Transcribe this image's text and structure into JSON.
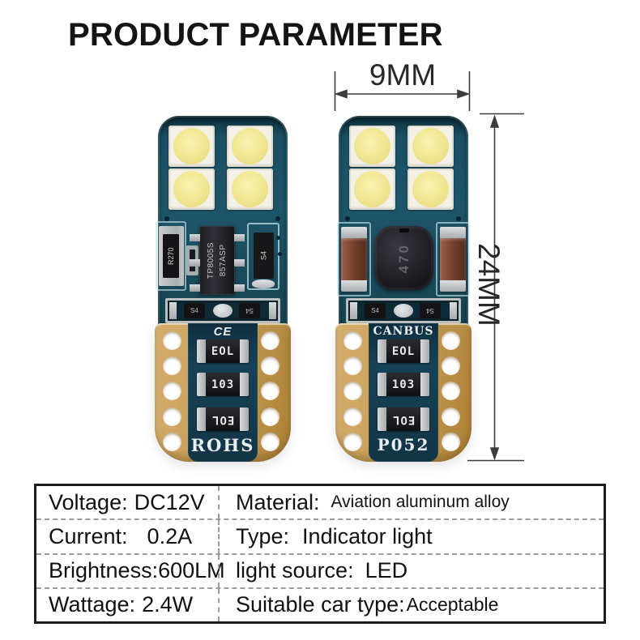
{
  "title": "PRODUCT PARAMETER",
  "dimensions": {
    "width_label": "9MM",
    "height_label": "24MM"
  },
  "bulb_left": {
    "ic_marking": "TP8005S\n857ASP",
    "resistor_marking": "R270",
    "diode_marking": "S4",
    "strip_chip_marking": "S4",
    "cert_marking": "CE",
    "smd_markings": [
      "EOL",
      "103",
      "EOL"
    ],
    "base_marking": "ROHS"
  },
  "bulb_right": {
    "inductor_marking": "470",
    "strip_chip_marking": "S4",
    "top_marking": "CANBUS",
    "smd_markings": [
      "EOL",
      "103",
      "EOL"
    ],
    "base_marking": "P052"
  },
  "table": {
    "rows": [
      {
        "left_label": "Voltage:",
        "left_value": "DC12V",
        "right_label": "Material:",
        "right_value": "Aviation aluminum alloy"
      },
      {
        "left_label": "Current:",
        "left_value": "0.2A",
        "right_label": "Type:",
        "right_value": "Indicator light"
      },
      {
        "left_label": "Brightness:",
        "left_value": "600LM",
        "right_label": "light source:",
        "right_value": "LED"
      },
      {
        "left_label": "Wattage:",
        "left_value": "2.4W",
        "right_label": "Suitable car type:",
        "right_value": "Acceptable"
      }
    ]
  },
  "colors": {
    "pcb_teal": "#1d5568",
    "base_gold": "#c89e57",
    "led_phosphor": "#f1e794",
    "text_black": "#141414"
  }
}
